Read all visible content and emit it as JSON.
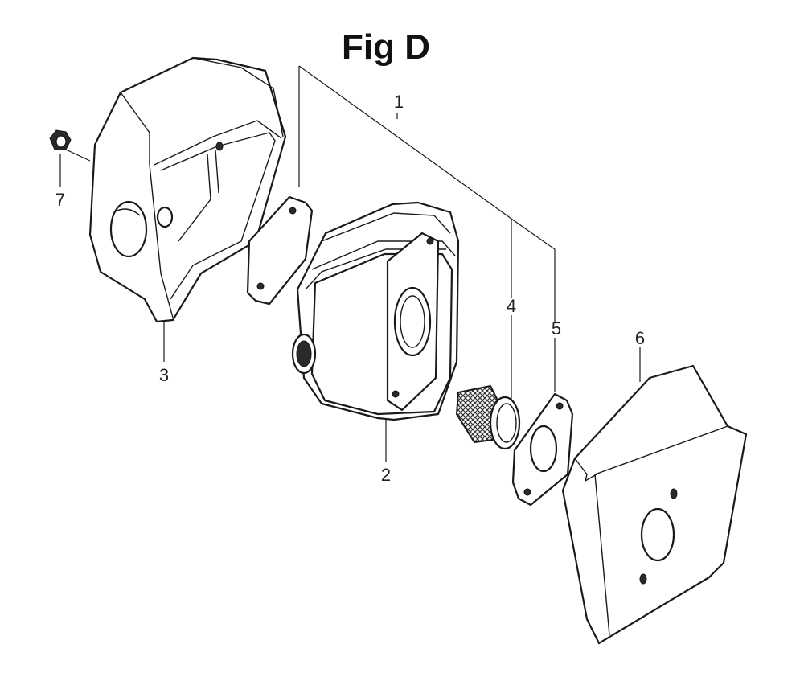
{
  "figure": {
    "title": "Fig D"
  },
  "callouts": [
    {
      "id": "1"
    },
    {
      "id": "2"
    },
    {
      "id": "3"
    },
    {
      "id": "4"
    },
    {
      "id": "5"
    },
    {
      "id": "6"
    },
    {
      "id": "7"
    }
  ]
}
